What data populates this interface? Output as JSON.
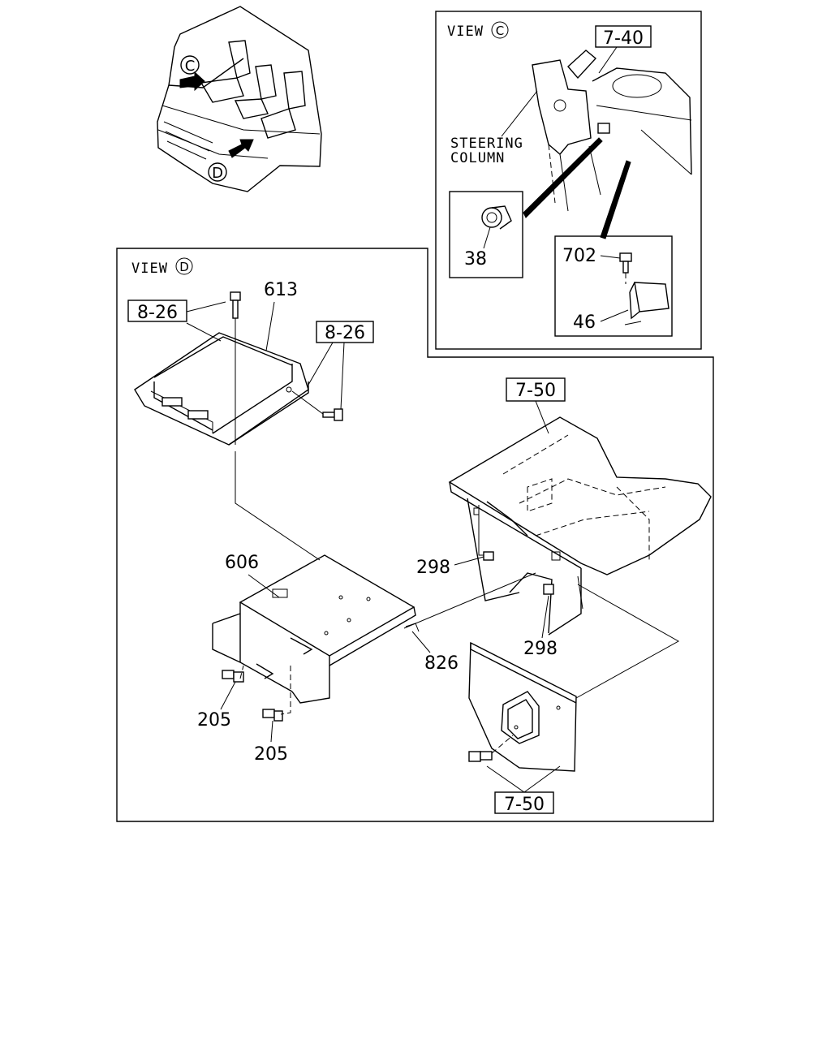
{
  "views": {
    "view_c": {
      "prefix": "VIEW",
      "letter": "C"
    },
    "view_d": {
      "prefix": "VIEW",
      "letter": "D"
    }
  },
  "overview": {
    "marker_c": "C",
    "marker_d": "D"
  },
  "callouts": {
    "steering_column_line1": "STEERING",
    "steering_column_line2": "COLUMN",
    "ref_7_40": "7-40",
    "ref_8_26_a": "8-26",
    "ref_8_26_b": "8-26",
    "ref_7_50_top": "7-50",
    "ref_7_50_bottom": "7-50"
  },
  "parts": {
    "p38": "38",
    "p702": "702",
    "p46": "46",
    "p613": "613",
    "p606": "606",
    "p298_a": "298",
    "p298_b": "298",
    "p826": "826",
    "p205_a": "205",
    "p205_b": "205"
  }
}
